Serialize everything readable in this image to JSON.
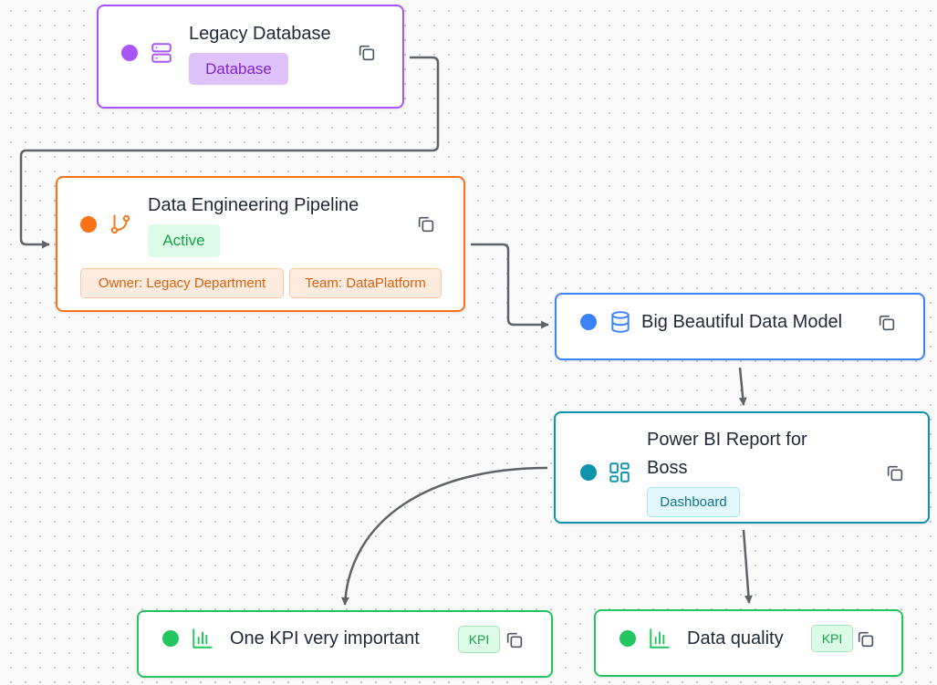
{
  "colors": {
    "purple": "#a855f7",
    "orange": "#f97316",
    "blue": "#3b82f6",
    "teal": "#0e93ad",
    "green": "#22c55e",
    "edge": "#5f6368"
  },
  "nodes": {
    "legacy_db": {
      "title": "Legacy Database",
      "type_badge": "Database",
      "icon": "server-icon"
    },
    "pipeline": {
      "title": "Data Engineering Pipeline",
      "status_badge": "Active",
      "icon": "git-branch-icon",
      "tags": [
        "Owner: Legacy Department",
        "Team: DataPlatform"
      ]
    },
    "data_model": {
      "title": "Big Beautiful Data Model",
      "icon": "database-icon"
    },
    "report": {
      "title": "Power BI Report for Boss",
      "type_badge": "Dashboard",
      "icon": "dashboard-grid-icon"
    },
    "kpi_one": {
      "title": "One KPI very important",
      "type_badge": "KPI",
      "icon": "bar-chart-icon"
    },
    "kpi_quality": {
      "title": "Data quality",
      "type_badge": "KPI",
      "icon": "bar-chart-icon"
    }
  },
  "edges": [
    {
      "from": "Legacy Database",
      "to": "Data Engineering Pipeline"
    },
    {
      "from": "Data Engineering Pipeline",
      "to": "Big Beautiful Data Model"
    },
    {
      "from": "Big Beautiful Data Model",
      "to": "Power BI Report for Boss"
    },
    {
      "from": "Power BI Report for Boss",
      "to": "One KPI very important"
    },
    {
      "from": "Power BI Report for Boss",
      "to": "Data quality"
    }
  ]
}
